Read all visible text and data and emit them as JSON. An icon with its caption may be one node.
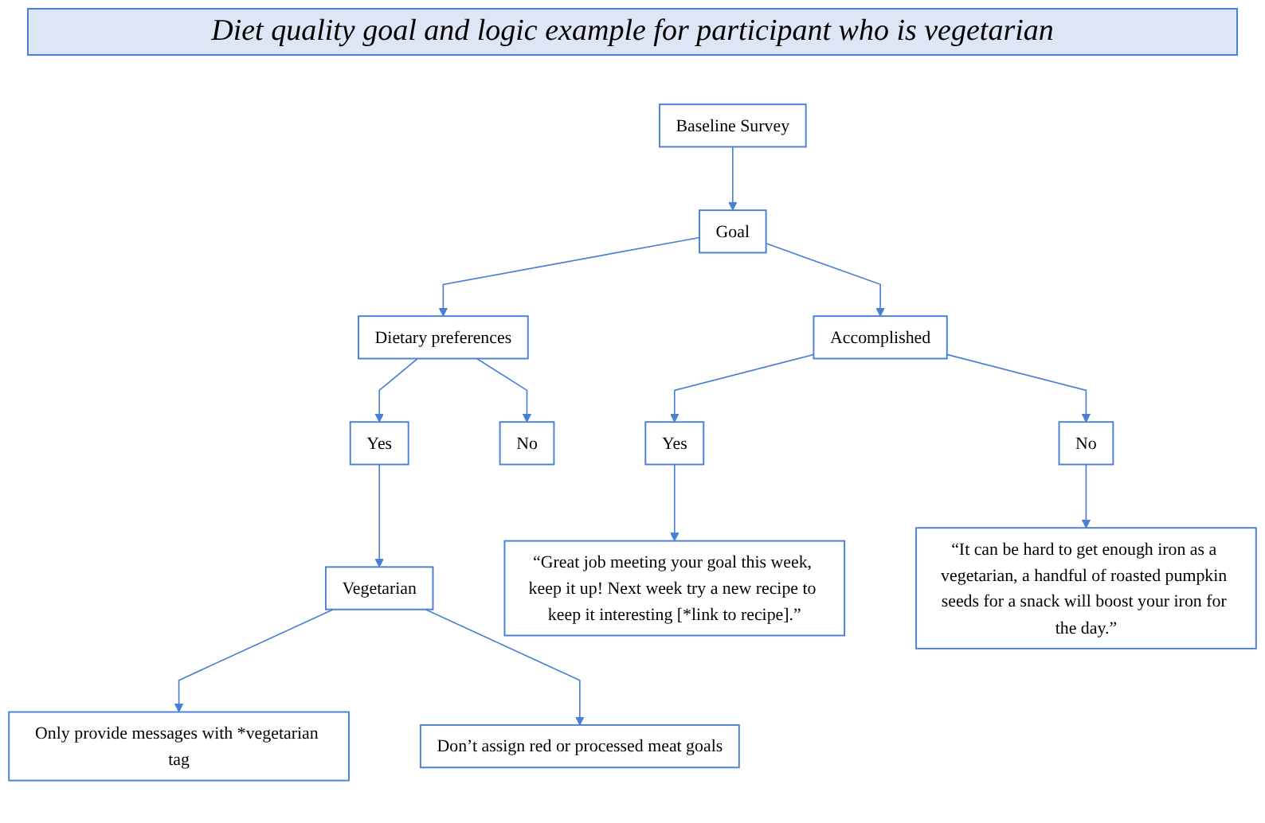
{
  "diagram": {
    "title": "Diet quality goal and logic example for participant who is vegetarian",
    "nodes": [
      {
        "text": [
          "Baseline Survey"
        ]
      },
      {
        "text": [
          "Goal"
        ]
      },
      {
        "text": [
          "Dietary preferences"
        ]
      },
      {
        "text": [
          "Accomplished"
        ]
      },
      {
        "text": [
          "Yes"
        ]
      },
      {
        "text": [
          "No"
        ]
      },
      {
        "text": [
          "Yes"
        ]
      },
      {
        "text": [
          "“Great job meeting your goal this week, keep it up! Next week try a new recipe to keep it interesting [*link to recipe].”"
        ]
      },
      {
        "text": [
          "No"
        ]
      },
      {
        "text": [
          "“It can be hard to get enough iron as a vegetarian, a handful of roasted pumpkin seeds for a snack will boost your iron for the day.”"
        ]
      },
      {
        "text": [
          "Vegetarian"
        ]
      },
      {
        "text": [
          "Only provide messages with *vegetarian tag"
        ]
      },
      {
        "text": [
          "Don’t assign red or processed meat goals"
        ]
      }
    ],
    "edges": [
      {
        "from": 0,
        "to": 1,
        "arrow": "to"
      },
      {
        "from": 1,
        "to": 2,
        "arrow": "to"
      },
      {
        "from": 1,
        "to": 3,
        "arrow": "to"
      },
      {
        "from": 2,
        "to": 4,
        "arrow": "to"
      },
      {
        "from": 2,
        "to": 5,
        "arrow": "to"
      },
      {
        "from": 3,
        "to": 6,
        "arrow": "to"
      },
      {
        "from": 6,
        "to": 7,
        "arrow": "to"
      },
      {
        "from": 3,
        "to": 8,
        "arrow": "to"
      },
      {
        "from": 8,
        "to": 9,
        "arrow": "to"
      },
      {
        "from": 4,
        "to": 10,
        "arrow": "to"
      },
      {
        "from": 10,
        "to": 11,
        "arrow": "to"
      },
      {
        "from": 10,
        "to": 12,
        "arrow": "to"
      }
    ]
  }
}
